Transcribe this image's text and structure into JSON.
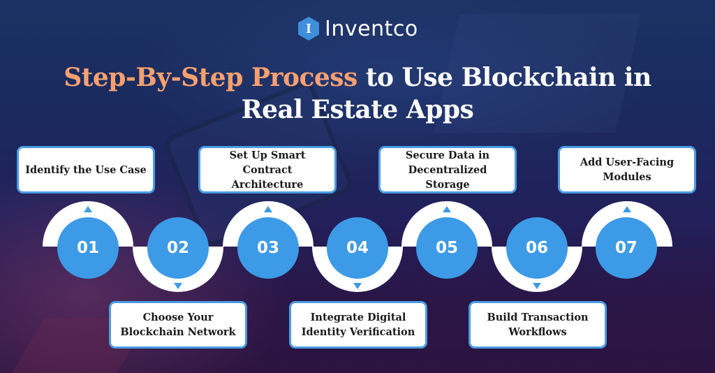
{
  "brand": {
    "logo_letter": "I",
    "name": "Inventco",
    "logo_color": "#3e8ed8"
  },
  "title": {
    "highlight": "Step-By-Step Process",
    "rest_line1": " to Use Blockchain in",
    "line2": "Real Estate Apps",
    "highlight_color": "#f7a06f",
    "text_color": "#ffffff"
  },
  "colors": {
    "accent": "#3d9ae6",
    "box_border": "#4a9ce4",
    "ring": "#ffffff",
    "bg_top": "#1c3163",
    "bg_bottom": "#2d1440"
  },
  "steps": [
    {
      "number": "01",
      "label": "Identify the Use Case",
      "position": "top",
      "arrow": "up"
    },
    {
      "number": "02",
      "label": "Choose Your Blockchain Network",
      "position": "bottom",
      "arrow": "down"
    },
    {
      "number": "03",
      "label": "Set Up Smart Contract Architecture",
      "position": "top",
      "arrow": "up"
    },
    {
      "number": "04",
      "label": "Integrate Digital Identity Verification",
      "position": "bottom",
      "arrow": "down"
    },
    {
      "number": "05",
      "label": "Secure Data in Decentralized Storage",
      "position": "top",
      "arrow": "up"
    },
    {
      "number": "06",
      "label": "Build Transaction Workflows",
      "position": "bottom",
      "arrow": "down"
    },
    {
      "number": "07",
      "label": "Add User-Facing Modules",
      "position": "top",
      "arrow": "up"
    }
  ]
}
